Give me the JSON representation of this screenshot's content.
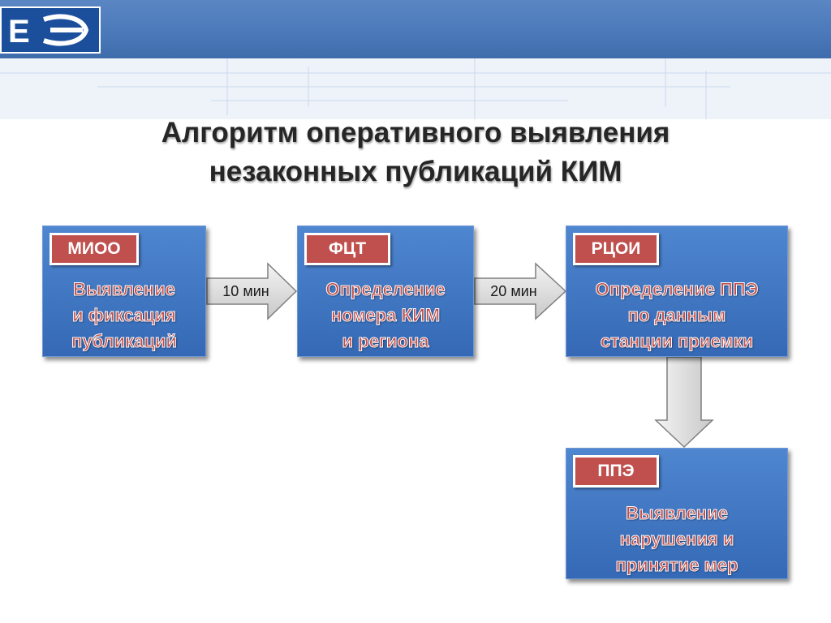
{
  "header": {
    "logo_label": "ЕГЭ logo"
  },
  "title": {
    "line1": "Алгоритм оперативного выявления",
    "line2": "незаконных публикаций КИМ"
  },
  "steps": [
    {
      "tag": "МИОО",
      "lines": [
        "Выявление",
        "и фиксация",
        "публикаций"
      ]
    },
    {
      "tag": "ФЦТ",
      "lines": [
        "Определение",
        "номера КИМ",
        "и региона"
      ]
    },
    {
      "tag": "РЦОИ",
      "lines": [
        "Определение ППЭ",
        "по данным",
        "станции приемки"
      ]
    },
    {
      "tag": "ППЭ",
      "lines": [
        "Выявление",
        "нарушения и",
        "принятие мер"
      ]
    }
  ],
  "arrows": [
    {
      "label": "10 мин"
    },
    {
      "label": "20 мин"
    }
  ],
  "colors": {
    "box": "#3f77c4",
    "tag": "#c0504d",
    "header": "#4a78b8",
    "arrow": "#d9d9d9"
  }
}
